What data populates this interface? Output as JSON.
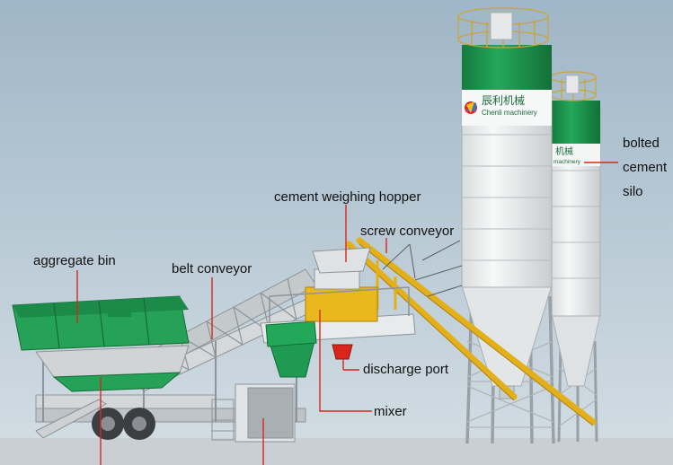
{
  "labels": {
    "aggregate_bin": "aggregate bin",
    "belt_conveyor": "belt conveyor",
    "cement_weighing_hopper": "cement weighing hopper",
    "screw_conveyor": "screw conveyor",
    "discharge_port": "discharge port",
    "mixer": "mixer",
    "bolted_cement_silo": [
      "bolted",
      "cement",
      "silo"
    ]
  },
  "branding": {
    "chinese_name": "辰利机械",
    "english_name": "Chenli machinery"
  },
  "colors": {
    "sky_top": "#9fb6c7",
    "sky_bottom": "#d3dde3",
    "ground": "#c9cfd2",
    "green": "#1f9a52",
    "green_dark": "#157a3e",
    "yellow": "#e9b81d",
    "steel": "#c7ccd0",
    "silo_white": "#f3f4f4",
    "leader_red": "#d9261c"
  }
}
